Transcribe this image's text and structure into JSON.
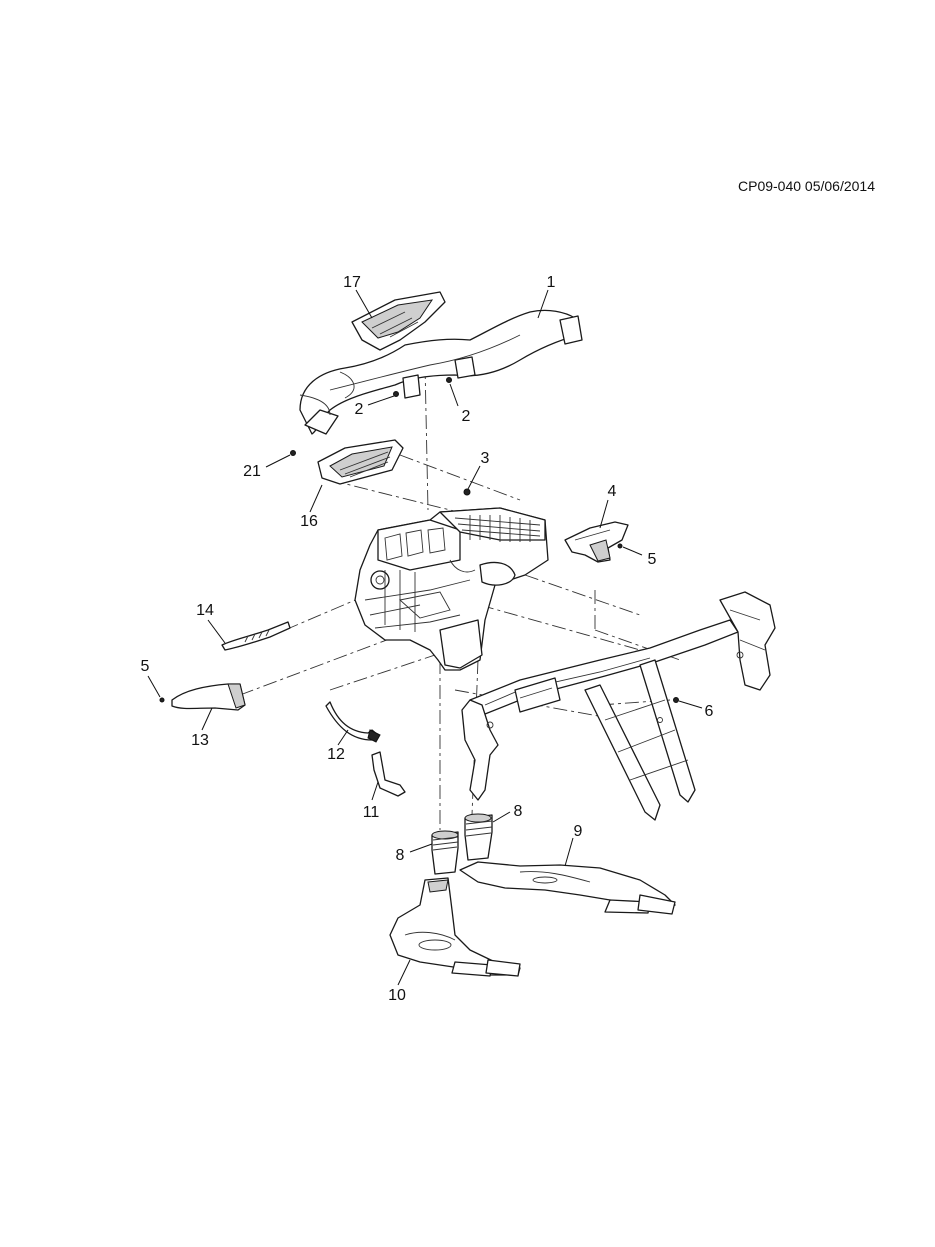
{
  "document_id": "CP09-040 05/06/2014",
  "callouts": {
    "c1": "1",
    "c2a": "2",
    "c2b": "2",
    "c3": "3",
    "c4": "4",
    "c5a": "5",
    "c5b": "5",
    "c6": "6",
    "c8a": "8",
    "c8b": "8",
    "c9": "9",
    "c10": "10",
    "c11": "11",
    "c12": "12",
    "c13": "13",
    "c14": "14",
    "c16": "16",
    "c17": "17",
    "c21": "21"
  }
}
